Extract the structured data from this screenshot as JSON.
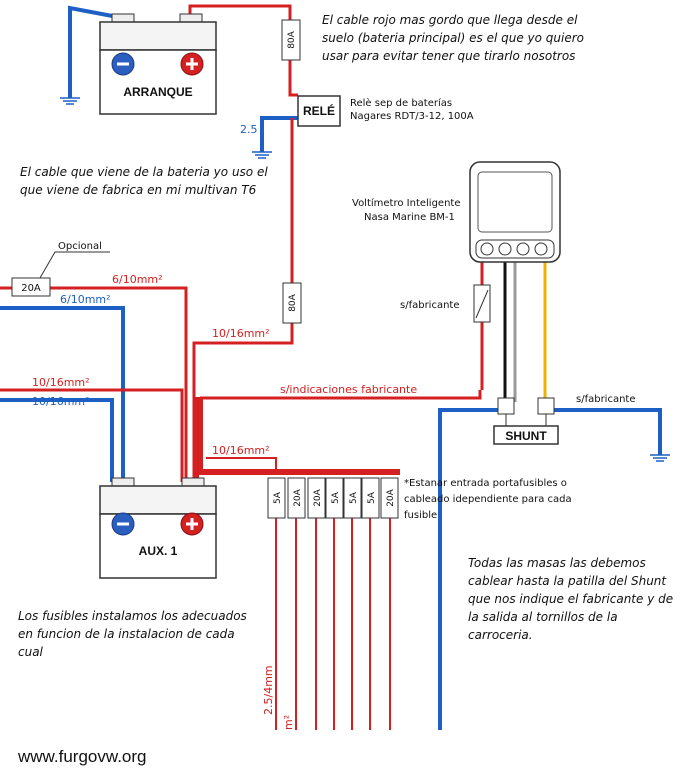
{
  "batteries": {
    "starter": "ARRANQUE",
    "aux": "AUX. 1"
  },
  "relay": {
    "label": "RELÉ",
    "desc_line1": "Relè sep de baterías",
    "desc_line2": "Nagares RDT/3-12, 100A"
  },
  "meter": {
    "line1": "Voltímetro Inteligente",
    "line2": "Nasa Marine BM-1"
  },
  "shunt": {
    "label": "SHUNT"
  },
  "fuses": {
    "top_80a": "80A",
    "mid_80a": "80A",
    "optional_20a": "20A",
    "optional_label": "Opcional",
    "bank": [
      "5A",
      "20A",
      "20A",
      "5A",
      "5A",
      "5A",
      "20A"
    ]
  },
  "wires": {
    "gauge_2_5": "2.5",
    "red_6_10": "6/10mm²",
    "blue_6_10": "6/10mm²",
    "red_10_16_mid": "10/16mm²",
    "red_10_16_left": "10/16mm²",
    "blue_10_16_left": "10/16mm²",
    "red_10_16_bus": "10/16mm²",
    "s_indicaciones": "s/indicaciones fabricante",
    "s_fabricante_left": "s/fabricante",
    "s_fabricante_right": "s/fabricante",
    "vertical_2_5_4": "2.5/4mm",
    "vertical_m2": "m²"
  },
  "notes": {
    "top_right": [
      "El cable rojo mas gordo que llega desde el",
      "suelo (bateria principal) es el que yo quiero",
      "usar para evitar tener que tirarlo nosotros"
    ],
    "left_mid": [
      "El cable que viene de la bateria yo uso el",
      "que viene de fabrica en mi multivan T6"
    ],
    "estanar": [
      "*Estanar entrada portafusibles o",
      "cableado idependiente para cada",
      "fusible"
    ],
    "masas": [
      "Todas las masas las debemos",
      "cablear hasta la patilla del Shunt",
      "que nos indique el fabricante y de",
      "la salida al tornillos de la",
      "carroceria."
    ],
    "fusibles": [
      "Los fusibles instalamos los adecuados",
      "en funcion de la instalacion de cada",
      "cual"
    ]
  },
  "website": "www.furgovw.org",
  "colors": {
    "red": "#d42020",
    "blue": "#1d5fc4",
    "yellow": "#f0b000"
  }
}
